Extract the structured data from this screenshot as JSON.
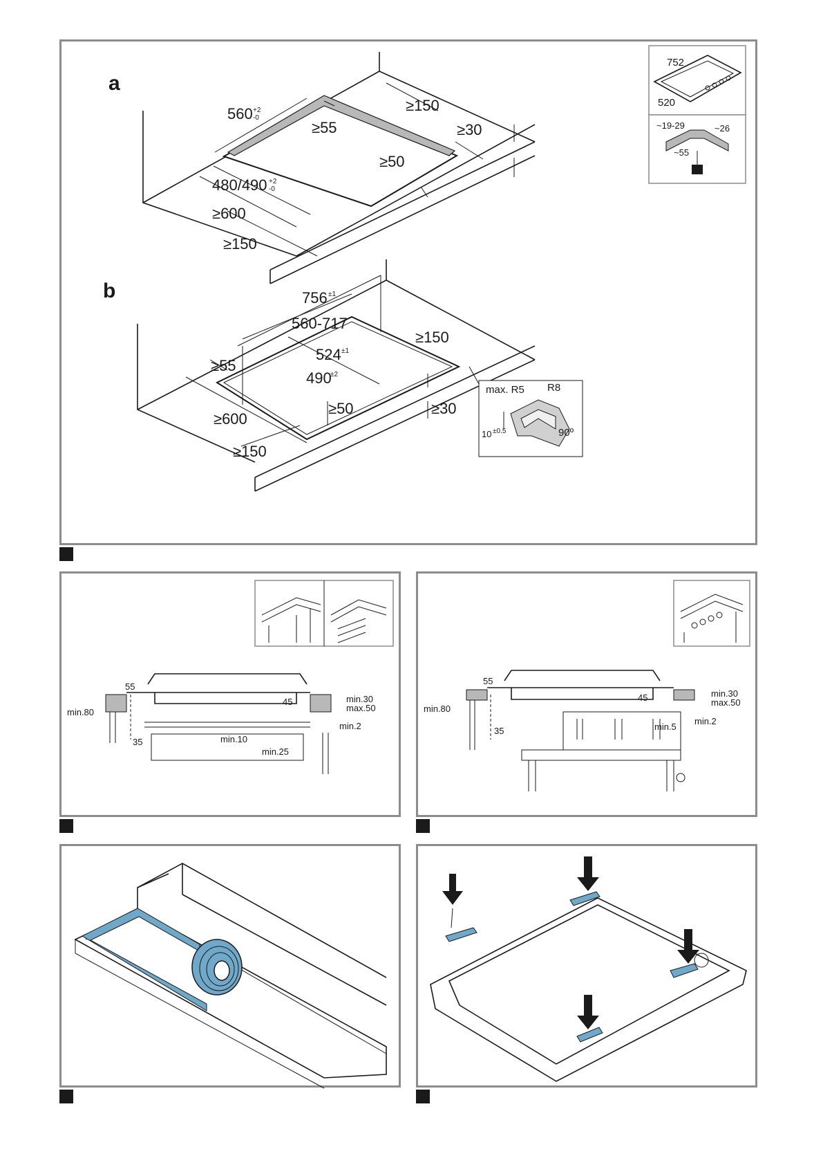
{
  "colors": {
    "panel_border": "#8c8c8c",
    "accent_blue": "#6fa8c8",
    "cutout_gray": "#b8b8b8",
    "marker": "#1a1a1a"
  },
  "figure1": {
    "a": {
      "label": "a",
      "width": "560",
      "width_tol": "+2",
      "width_tol2": "-0",
      "top_gap": "≥55",
      "back": "≥150",
      "side": "≥30",
      "front_gap": "≥50",
      "depth": "480/490",
      "depth_tol": "+2",
      "depth_tol2": "-0",
      "worktop": "≥600",
      "front": "≥150"
    },
    "b": {
      "label": "b",
      "width": "756",
      "width_tol": "±1",
      "range": "560-717",
      "back": "≥150",
      "inner_w": "524",
      "inner_w_tol": "±1",
      "left_gap": "≥55",
      "inner_d": "490",
      "inner_d_tol": "±2",
      "front_gap": "≥50",
      "side": "≥30",
      "worktop": "≥600",
      "front": "≥150"
    },
    "detail_top": {
      "w": "752",
      "d": "520"
    },
    "detail_edge": {
      "left": "~19-29",
      "right": "~26",
      "bottom": "~55"
    },
    "detail_corner": {
      "r1": "max. R5",
      "r2": "R8",
      "h": "10",
      "h_tol": "±0.5",
      "angle": "90º"
    }
  },
  "figure2": {
    "d55": "55",
    "d45": "45",
    "min30": "min.30",
    "max50": "max.50",
    "min80": "min.80",
    "min2": "min.2",
    "d35": "35",
    "min10": "min.10",
    "min25": "min.25"
  },
  "figure3": {
    "d55": "55",
    "d45": "45",
    "min30": "min.30",
    "max50": "max.50",
    "min80": "min.80",
    "min5": "min.5",
    "min2": "min.2",
    "d35": "35"
  }
}
